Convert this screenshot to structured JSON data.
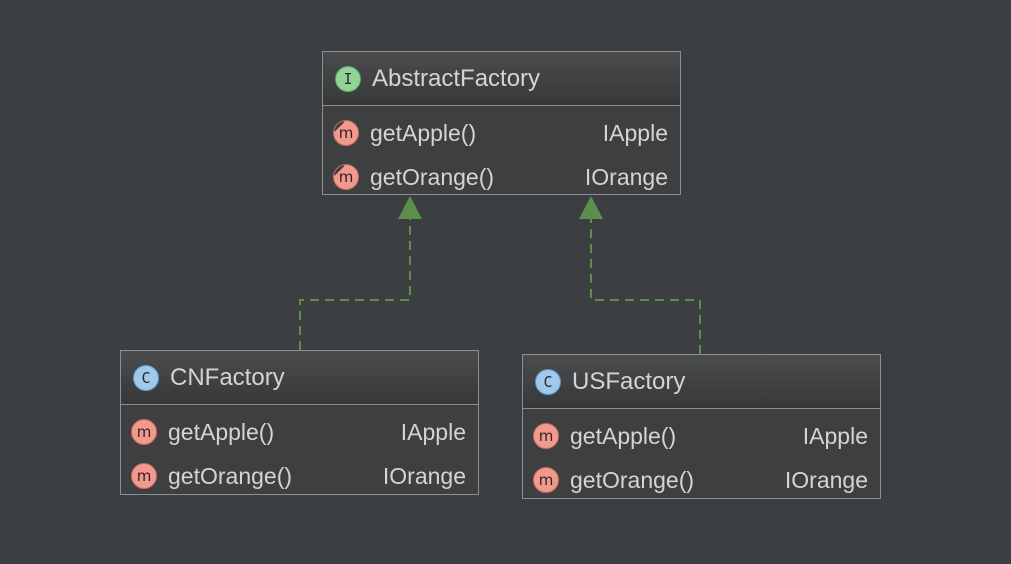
{
  "diagram": {
    "nodes": [
      {
        "id": "abstract-factory",
        "kind": "interface",
        "kind_icon": "I",
        "name": "AbstractFactory",
        "members": [
          {
            "icon": "m",
            "name": "getApple()",
            "type": "IApple",
            "abstract": true
          },
          {
            "icon": "m",
            "name": "getOrange()",
            "type": "IOrange",
            "abstract": true
          }
        ]
      },
      {
        "id": "cn-factory",
        "kind": "class",
        "kind_icon": "C",
        "name": "CNFactory",
        "members": [
          {
            "icon": "m",
            "name": "getApple()",
            "type": "IApple",
            "abstract": false
          },
          {
            "icon": "m",
            "name": "getOrange()",
            "type": "IOrange",
            "abstract": false
          }
        ]
      },
      {
        "id": "us-factory",
        "kind": "class",
        "kind_icon": "C",
        "name": "USFactory",
        "members": [
          {
            "icon": "m",
            "name": "getApple()",
            "type": "IApple",
            "abstract": false
          },
          {
            "icon": "m",
            "name": "getOrange()",
            "type": "IOrange",
            "abstract": false
          }
        ]
      }
    ],
    "edges": [
      {
        "from": "cn-factory",
        "to": "abstract-factory",
        "type": "realization"
      },
      {
        "from": "us-factory",
        "to": "abstract-factory",
        "type": "realization"
      }
    ],
    "colors": {
      "background": "#3c3f41",
      "border": "#8c8e90",
      "text": "#d4d4d4",
      "realization_edge": "#5b8f4a",
      "interface_icon": "#8fd396",
      "class_icon": "#9fc8ea",
      "method_icon": "#ef9a8c"
    }
  }
}
